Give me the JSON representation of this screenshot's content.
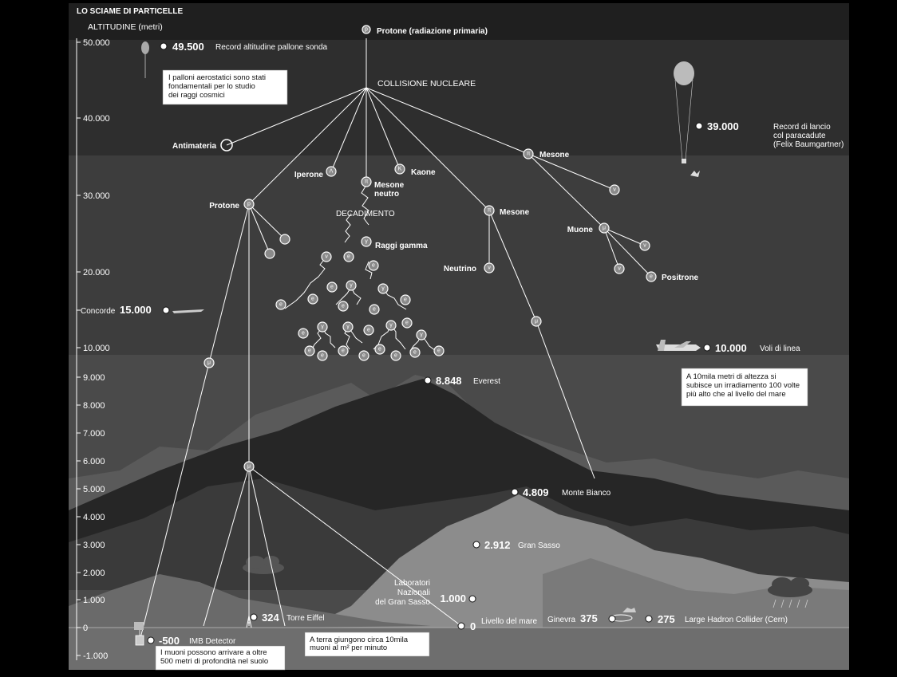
{
  "title": "LO SCIAME DI PARTICELLE",
  "axis": {
    "label": "ALTITUDINE (metri)",
    "ticks": [
      "50.000",
      "40.000",
      "30.000",
      "20.000",
      "15.000",
      "10.000",
      "9.000",
      "8.000",
      "7.000",
      "6.000",
      "5.000",
      "4.000",
      "3.000",
      "2.000",
      "1.000",
      "0",
      "-1.000"
    ]
  },
  "colors": {
    "sky_top": "#1f1f1f",
    "sky_mid": "#333333",
    "sky_low": "#4a4a4a",
    "mountain_dark": "#2a2a2a",
    "mountain_light": "#8c8c8c",
    "ground": "#6e6e6e",
    "box": "#ffffff"
  },
  "shower": {
    "primary": "Protone (radiazione primaria)",
    "collision": "COLLISIONE NUCLEARE",
    "decay": "DECADIMENTO",
    "particles": {
      "antimatter": "Antimateria",
      "hyperon": "Iperone",
      "kaon": "Kaone",
      "neutral_meson": "Mesone\nneutro",
      "meson_right": "Mesone",
      "meson_mid": "Mesone",
      "proton": "Protone",
      "gamma": "Raggi gamma",
      "neutrino": "Neutrino",
      "muon": "Muone",
      "positron": "Positrone"
    },
    "symbols": {
      "p": "p",
      "mu": "μ",
      "nu": "ν",
      "e": "e",
      "gamma": "γ",
      "pi": "π",
      "K": "K",
      "l": "Λ"
    }
  },
  "markers": [
    {
      "value": "49.500",
      "label": "Record altitudine pallone sonda"
    },
    {
      "value": "39.000",
      "label": "Record di lancio\ncol paracadute\n(Felix Baumgartner)"
    },
    {
      "value": "15.000",
      "label": "Concorde"
    },
    {
      "value": "10.000",
      "label": "Voli di linea"
    },
    {
      "value": "8.848",
      "label": "Everest"
    },
    {
      "value": "4.809",
      "label": "Monte Bianco"
    },
    {
      "value": "2.912",
      "label": "Gran Sasso"
    },
    {
      "value": "1.000",
      "label": "Laboratori\nNazionali\ndel Gran Sasso"
    },
    {
      "value": "324",
      "label": "Torre Eiffel"
    },
    {
      "value": "0",
      "label": "Livello del mare"
    },
    {
      "value": "375",
      "label": "Ginevra"
    },
    {
      "value": "275",
      "label": "Large Hadron Collider (Cern)"
    },
    {
      "value": "-500",
      "label": "IMB Detector"
    }
  ],
  "notes": {
    "balloons": "I palloni aerostatici sono stati\nfondamentali per lo studio\ndei raggi cosmici",
    "radiation": "A 10mila metri di altezza si\nsubisce un irradiamento 100 volte\npiù alto che al livello del mare",
    "muons_ground": "A terra giungono circa 10mila\nmuoni al m² per minuto",
    "muons_depth": "I muoni possono arrivare a oltre\n500 metri di profondità nel suolo"
  }
}
